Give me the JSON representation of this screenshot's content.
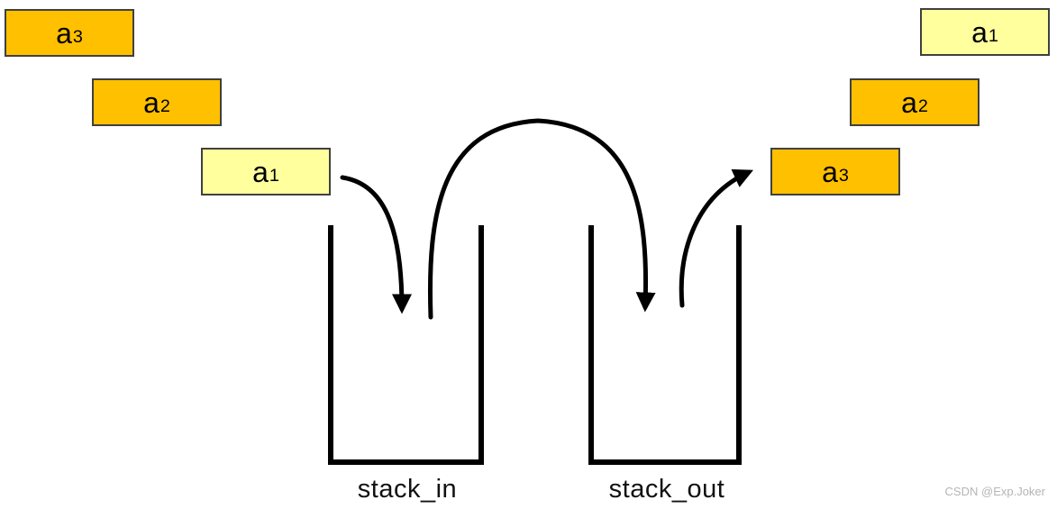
{
  "diagram": {
    "title_semantics": "two-stack queue illustration",
    "colors": {
      "item_orange": "#FFC000",
      "item_yellow": "#FFFF9E",
      "item_border": "#404040",
      "line_black": "#000000",
      "watermark_gray": "#b5b5b5"
    },
    "incoming_items": [
      {
        "base": "a",
        "subscript": "3",
        "fill": "#FFC000"
      },
      {
        "base": "a",
        "subscript": "2",
        "fill": "#FFC000"
      },
      {
        "base": "a",
        "subscript": "1",
        "fill": "#FFFF9E"
      }
    ],
    "outgoing_items": [
      {
        "base": "a",
        "subscript": "1",
        "fill": "#FFFF9E"
      },
      {
        "base": "a",
        "subscript": "2",
        "fill": "#FFC000"
      },
      {
        "base": "a",
        "subscript": "3",
        "fill": "#FFC000"
      }
    ],
    "stacks": [
      {
        "label": "stack_in"
      },
      {
        "label": "stack_out"
      }
    ],
    "arrows": [
      {
        "name": "push-arrow",
        "meaning": "a1 pushed into stack_in"
      },
      {
        "name": "transfer-arrow",
        "meaning": "element moved from stack_in to stack_out"
      },
      {
        "name": "pop-arrow",
        "meaning": "a3 popped out of stack_out"
      }
    ],
    "watermark": {
      "text": "CSDN @Exp.Joker"
    }
  }
}
